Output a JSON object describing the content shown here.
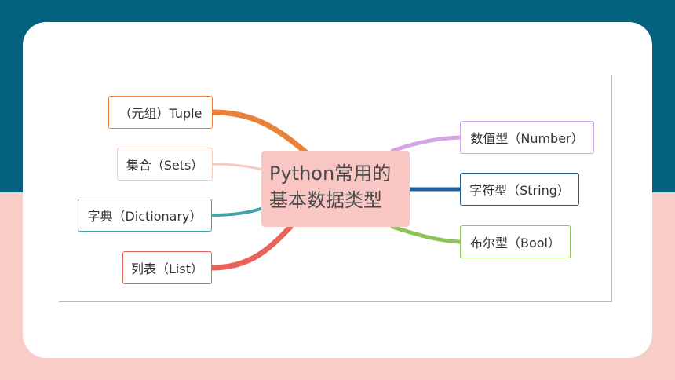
{
  "colors": {
    "background_top": "#04627f",
    "background_bottom": "#f9cdc7",
    "card": "#ffffff",
    "center_fill": "#f9c6c3"
  },
  "center": {
    "line1": "Python常用的",
    "line2": "基本数据类型"
  },
  "left_branches": [
    {
      "label": "（元组）Tuple",
      "color": "#e8823a"
    },
    {
      "label": "集合（Sets）",
      "color": "#f6c9c2"
    },
    {
      "label": "字典（Dictionary）",
      "color": "#43a1a8"
    },
    {
      "label": "列表（List）",
      "color": "#e8645a"
    }
  ],
  "right_branches": [
    {
      "label": "数值型（Number）",
      "color": "#d4a4e4"
    },
    {
      "label": "字符型（String）",
      "color": "#1f5f95"
    },
    {
      "label": "布尔型（Bool）",
      "color": "#8cc455"
    }
  ]
}
